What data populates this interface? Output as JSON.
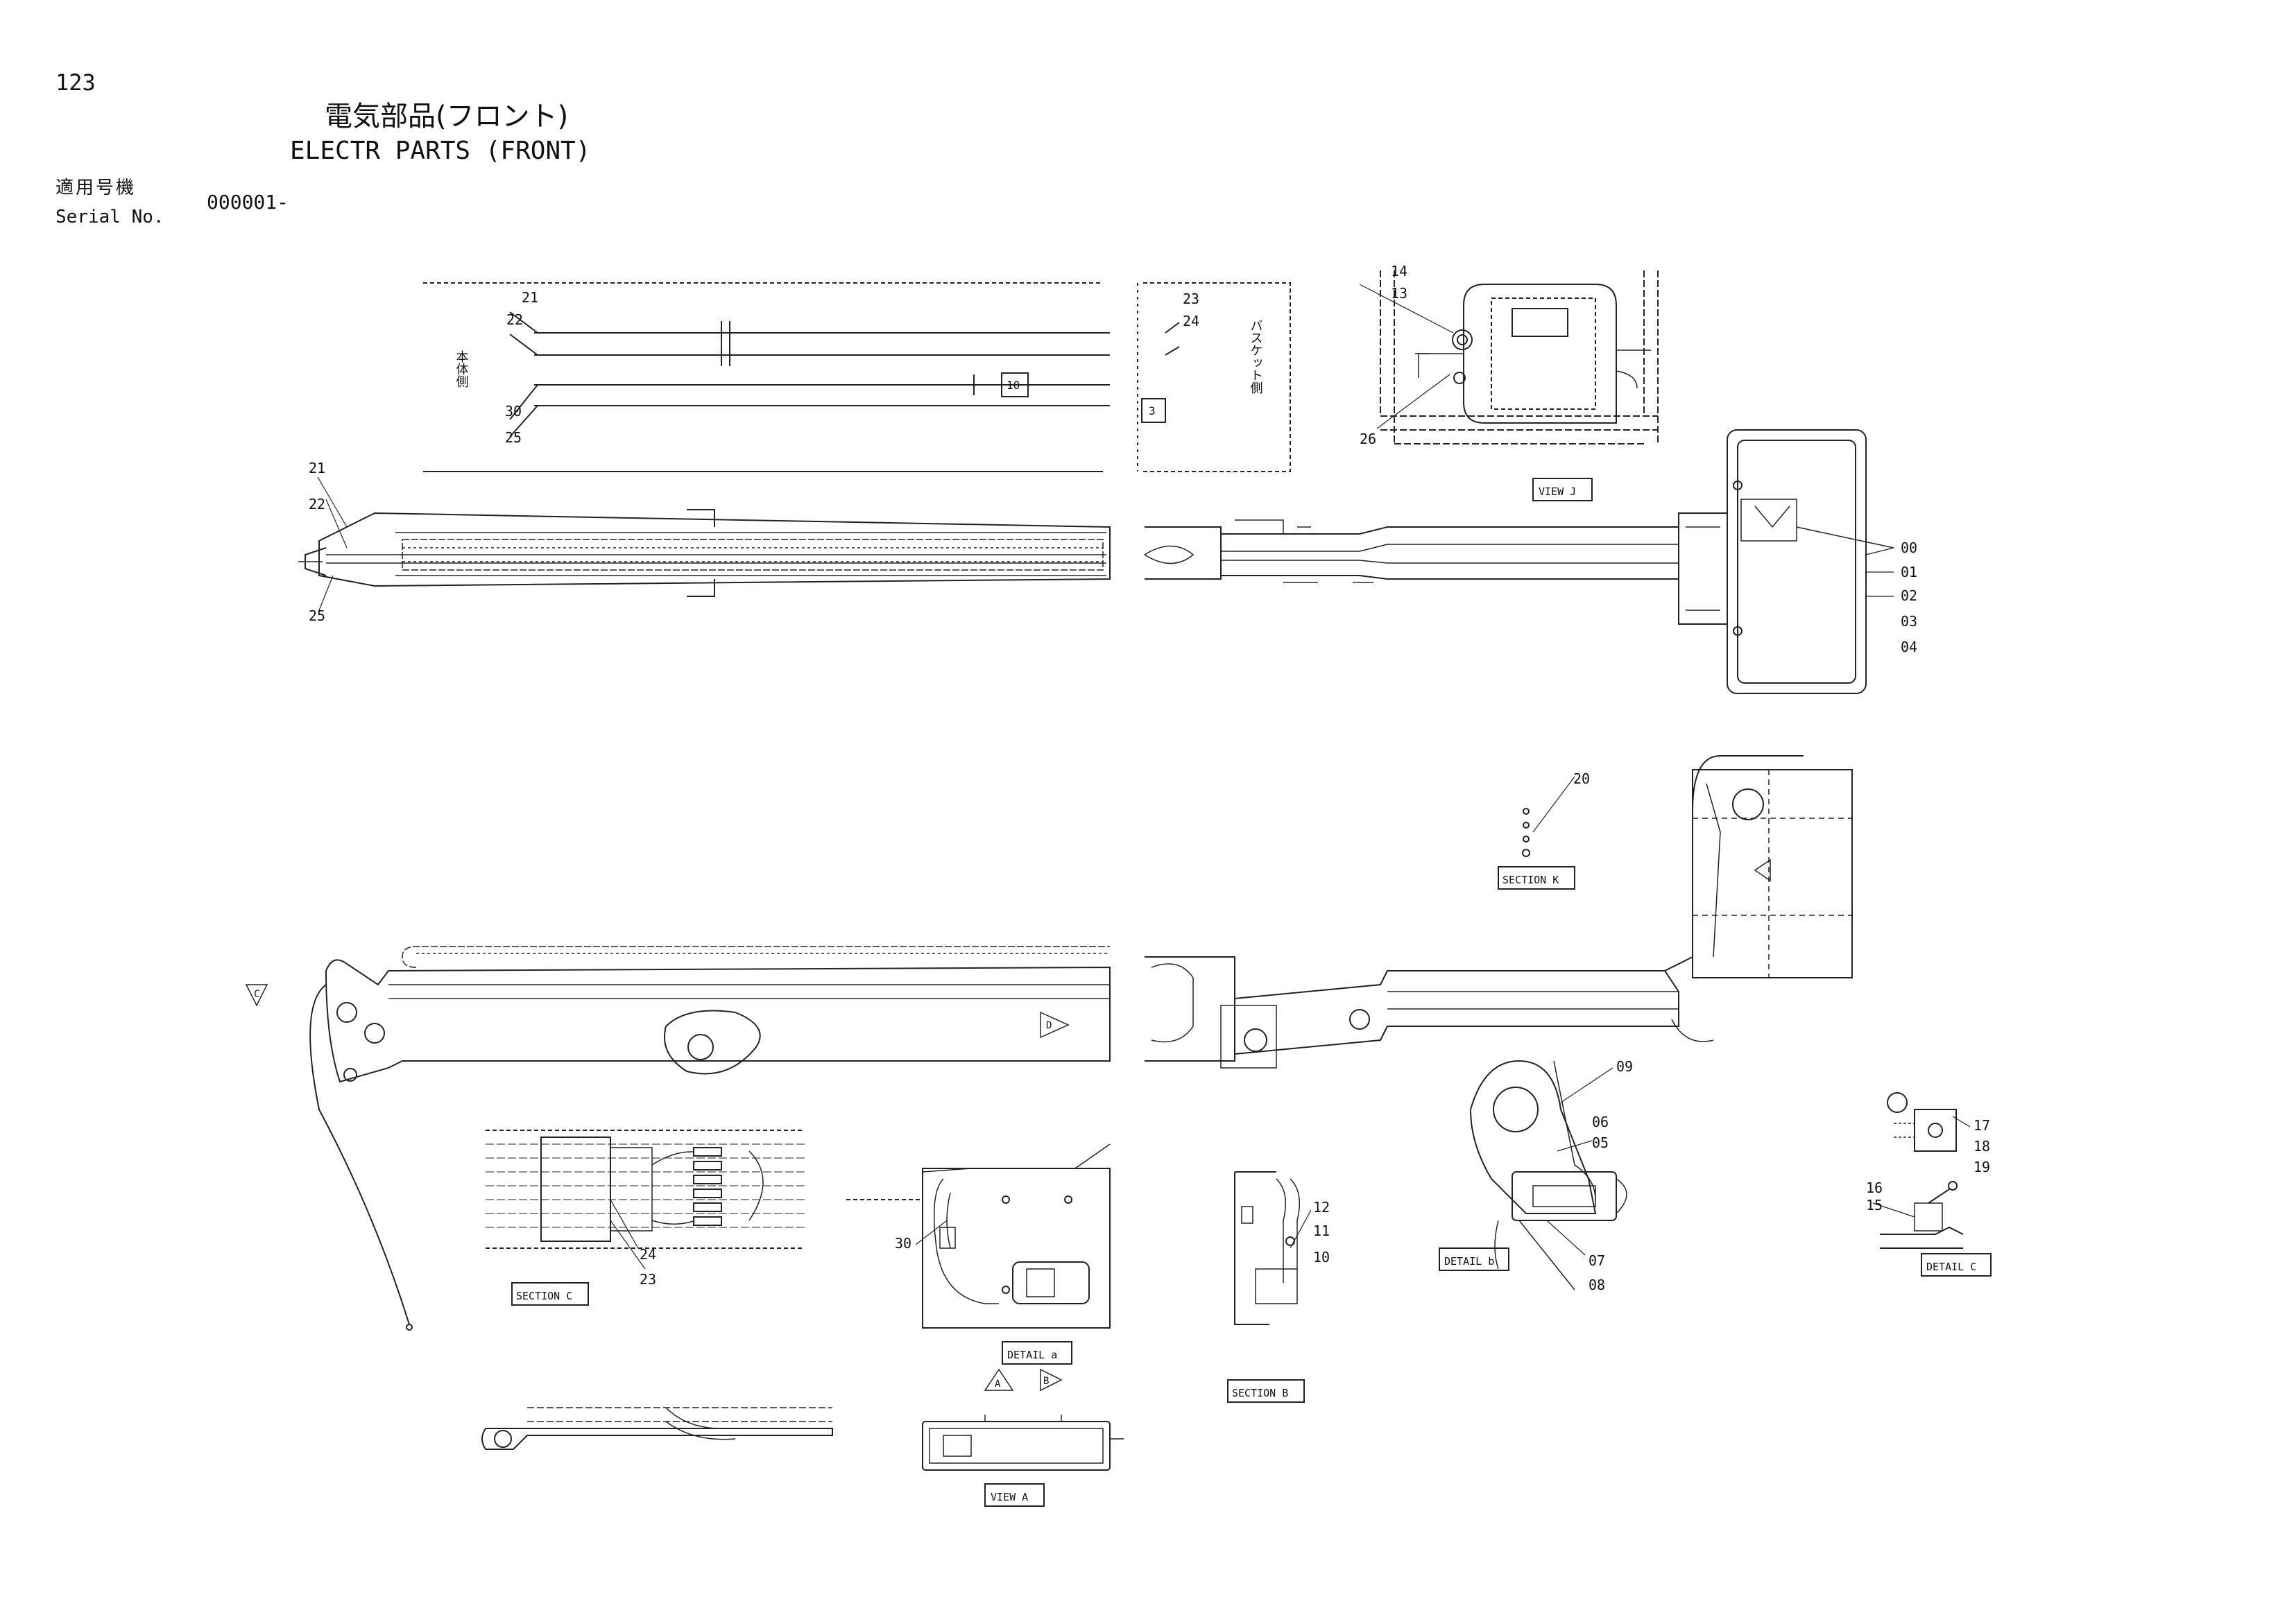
{
  "page_number": "123",
  "title_jp": "電気部品(フロント)",
  "title_en": "ELECTR PARTS (FRONT)",
  "serial_label_jp": "適用号機",
  "serial_label_en": "Serial No.",
  "serial_value": "000001-",
  "wiring_detail": {
    "side_body": "本体側",
    "side_basket": "バスケット側",
    "box_label_1": "10",
    "box_label_2": "3"
  },
  "view_tags": {
    "view_j": "VIEW J",
    "view_a": "VIEW A",
    "section_k": "SECTION K",
    "section_c": "SECTION C",
    "section_b": "SECTION B",
    "detail_a": "DETAIL a",
    "detail_b": "DETAIL b",
    "detail_c": "DETAIL C"
  },
  "arrow_marks": {
    "c": "C",
    "d": "D",
    "a": "A",
    "b": "B"
  },
  "callouts": [
    "21",
    "22",
    "23",
    "24",
    "25",
    "26",
    "30",
    "13",
    "14",
    "00",
    "01",
    "02",
    "03",
    "04",
    "20",
    "09",
    "06",
    "05",
    "07",
    "08",
    "12",
    "11",
    "10",
    "17",
    "18",
    "19",
    "16",
    "15"
  ]
}
